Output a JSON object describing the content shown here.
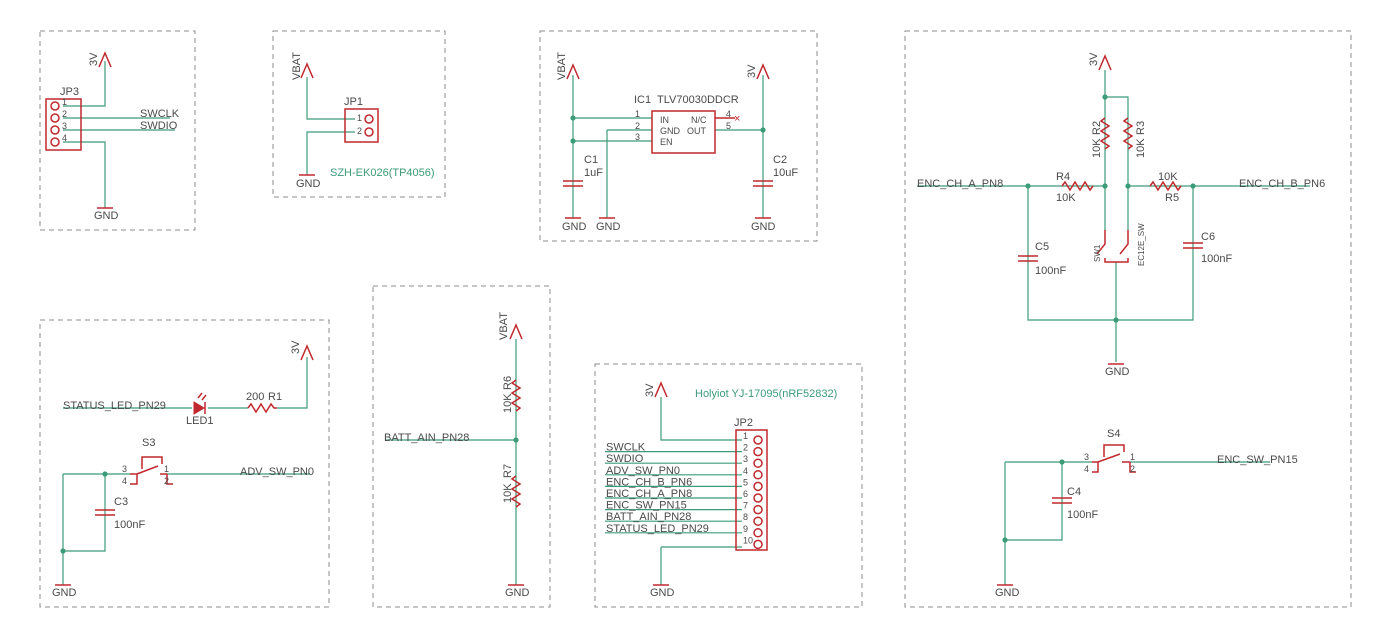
{
  "nets": {
    "v3": "3V",
    "vbat": "VBAT",
    "gnd": "GND",
    "swclk": "SWCLK",
    "swdio": "SWDIO",
    "status_led": "STATUS_LED_PN29",
    "adv_sw": "ADV_SW_PN0",
    "batt_ain": "BATT_AIN_PN28",
    "enc_a": "ENC_CH_A_PN8",
    "enc_b": "ENC_CH_B_PN6",
    "enc_sw": "ENC_SW_PN15"
  },
  "parts": {
    "jp3": "JP3",
    "jp1": "JP1",
    "jp1_value": "SZH-EK026(TP4056)",
    "ic1": "IC1",
    "ic1_value": "TLV70030DDCR",
    "ic1_pins": {
      "in": "IN",
      "gnd": "GND",
      "en": "EN",
      "nc": "N/C",
      "out": "OUT"
    },
    "c1": "C1",
    "c1_value": "1uF",
    "c2": "C2",
    "c2_value": "10uF",
    "r2": "R2",
    "r3": "R3",
    "r4": "R4",
    "r5": "R5",
    "r6": "R6",
    "r7": "R7",
    "r1": "R1",
    "r_10k": "10K",
    "r1_value": "200",
    "c5": "C5",
    "c6": "C6",
    "c3": "C3",
    "c4": "C4",
    "c_100nf": "100nF",
    "sw1": "SW1",
    "sw1_value": "EC12E_SW",
    "led1": "LED1",
    "s3": "S3",
    "s4": "S4",
    "jp2": "JP2",
    "jp2_value": "Holyiot YJ-17095(nRF52832)"
  },
  "pins": [
    "1",
    "2",
    "3",
    "4",
    "5",
    "6",
    "7",
    "8",
    "9",
    "10"
  ],
  "nc_mark": "×",
  "jp2_nets": [
    "SWCLK",
    "SWDIO",
    "ADV_SW_PN0",
    "ENC_CH_B_PN6",
    "ENC_CH_A_PN8",
    "ENC_SW_PN15",
    "BATT_AIN_PN28",
    "STATUS_LED_PN29"
  ]
}
